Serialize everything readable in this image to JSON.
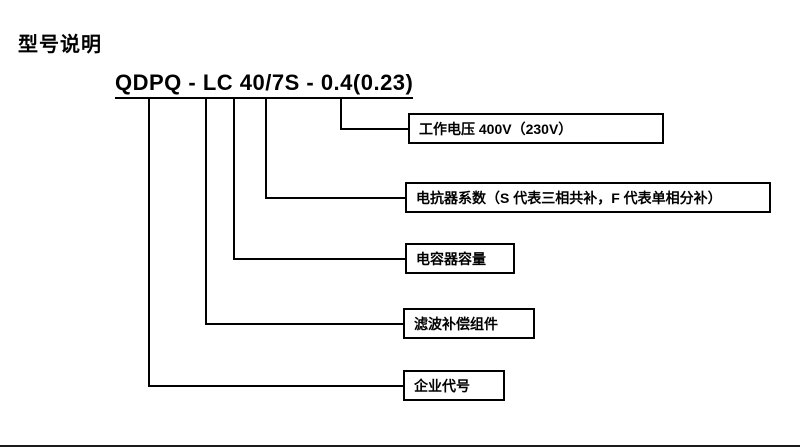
{
  "page": {
    "title": "型号说明",
    "model": "QDPQ - LC 40/7S - 0.4(0.23)"
  },
  "labels": {
    "voltage": "工作电压 400V（230V）",
    "reactor": "电抗器系数（S 代表三相共补，F 代表单相分补）",
    "capacitor": "电容器容量",
    "filter": "滤波补偿组件",
    "company": "企业代号"
  }
}
